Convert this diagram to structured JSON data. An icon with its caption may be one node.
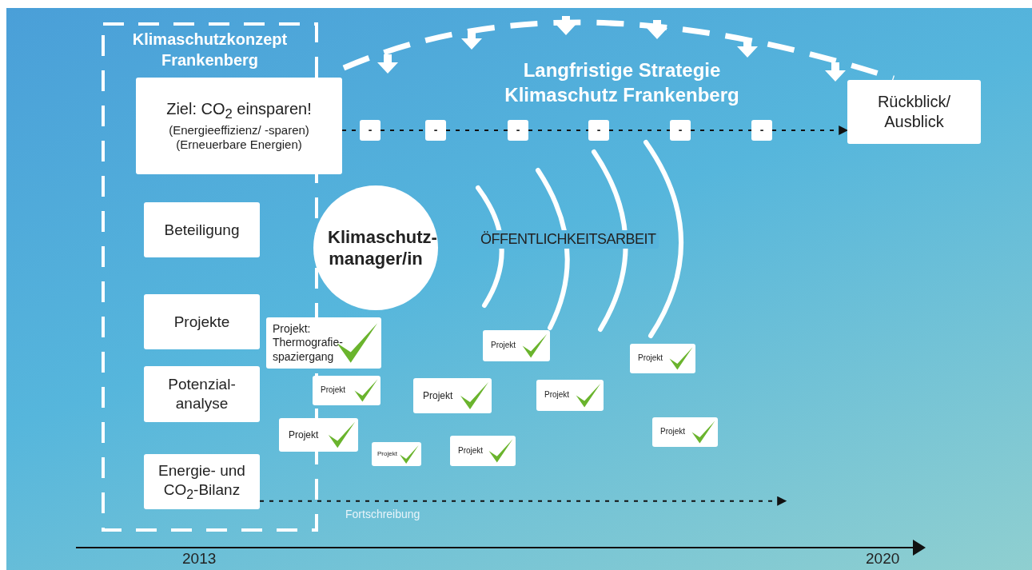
{
  "diagram": {
    "nodes": [
      {
        "text": [
          "Klimaschutzkonzept Frankenberg"
        ]
      },
      {
        "text": [
          "Ziel: CO$_{2}$ einsparen!",
          "(Energieeffizienz/ -sparen) (Erneuerbare Energien)"
        ],
        "in": 0
      },
      {
        "text": [
          "Beteiligung"
        ],
        "in": 0
      },
      {
        "text": [
          "Projekte"
        ],
        "in": 0
      },
      {
        "text": [
          "Potenzial- analyse"
        ],
        "in": 0
      },
      {
        "text": [
          "Energie- und CO$_{2}$-Bilanz"
        ],
        "in": 0
      },
      {
        "text": [
          "Rückblick/ Ausblick"
        ]
      },
      {
        "text": [
          "-"
        ]
      },
      {
        "text": [
          "-"
        ]
      },
      {
        "text": [
          "-"
        ]
      },
      {
        "text": [
          "-"
        ]
      },
      {
        "text": [
          "-"
        ]
      },
      {
        "text": [
          "-"
        ]
      },
      {
        "text": [
          "Klimaschutz- manager/in"
        ]
      },
      {
        "text": [
          "Projekt: Thermografie- spaziergang"
        ]
      },
      {
        "text": [
          "Projekt"
        ]
      },
      {
        "text": [
          "Projekt"
        ]
      },
      {
        "text": [
          "Projekt"
        ]
      },
      {
        "text": [
          "Projekt"
        ]
      },
      {
        "text": [
          "Projekt"
        ]
      },
      {
        "text": [
          "Projekt"
        ]
      },
      {
        "text": [
          "Projekt"
        ]
      },
      {
        "text": [
          "Projekt"
        ]
      },
      {
        "text": [
          "Projekt"
        ]
      }
    ],
    "edges": [
      {
        "from": 1,
        "to": 7,
        "arrow": "none",
        "style": "dashed"
      },
      {
        "from": 7,
        "to": 8,
        "arrow": "none",
        "style": "dashed"
      },
      {
        "from": 8,
        "to": 9,
        "arrow": "none",
        "style": "dashed"
      },
      {
        "from": 9,
        "to": 10,
        "arrow": "none",
        "style": "dashed"
      },
      {
        "from": 10,
        "to": 11,
        "arrow": "none",
        "style": "dashed"
      },
      {
        "from": 11,
        "to": 12,
        "arrow": "none",
        "style": "dashed"
      },
      {
        "from": 12,
        "to": 6,
        "arrow": "to",
        "style": "dashed"
      },
      {
        "from": 5,
        "to": null,
        "arrow": "to",
        "style": "dashed",
        "label": "Fortschreibung"
      }
    ],
    "labels": [
      "Langfristige Strategie Klimaschutz Frankenberg",
      "ÖFFENTLICHKEITSARBEIT",
      "2013",
      "2020"
    ]
  }
}
